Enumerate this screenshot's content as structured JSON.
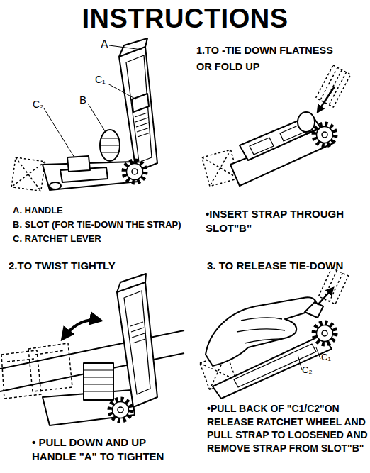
{
  "diagram": {
    "title": "INSTRUCTIONS",
    "labels": [
      "A",
      "C₁",
      "C₂",
      "B",
      "A. HANDLE",
      "B. SLOT (FOR TIE-DOWN THE STRAP)",
      "C. RATCHET LEVER",
      "1.TO -TIE DOWN FLATNESS OR FOLD UP",
      "•INSERT STRAP THROUGH SLOT\"B\"",
      "2.TO TWIST TIGHTLY",
      "• PULL DOWN AND UP HANDLE \"A\" TO TIGHTEN",
      "3. TO RELEASE TIE-DOWN",
      "C₁",
      "C₂",
      "•PULL BACK OF \"C1/C2\"ON RELEASE RATCHET WHEEL AND PULL STRAP TO LOOSENED AND REMOVE STRAP FROM SLOT\"B\""
    ]
  }
}
